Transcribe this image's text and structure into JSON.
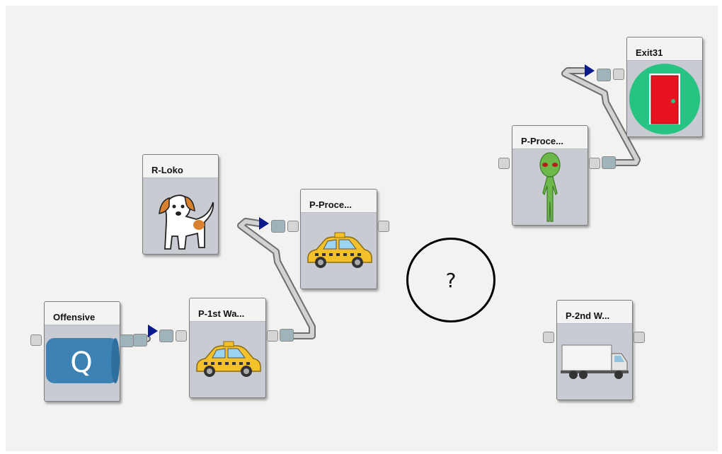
{
  "blocks": {
    "offensive": {
      "label": "Offensive",
      "icon": "queue-icon",
      "icon_text": "Q"
    },
    "p1st": {
      "label": "P-1st Wa...",
      "icon": "taxi-icon"
    },
    "rloko": {
      "label": "R-Loko",
      "icon": "dog-icon"
    },
    "pproc1": {
      "label": "P-Proce...",
      "icon": "taxi-icon"
    },
    "pproc2": {
      "label": "P-Proce...",
      "icon": "alien-icon"
    },
    "exit": {
      "label": "Exit31",
      "icon": "exit-door-icon"
    },
    "p2nd": {
      "label": "P-2nd W...",
      "icon": "truck-icon"
    }
  },
  "unknown_node": {
    "label": "?"
  },
  "colors": {
    "canvas": "#f2f2f1",
    "block_body": "#c8ccd2",
    "arrow": "#0b1a8c",
    "queue": "#3d82b5",
    "exit_circle": "#27c383",
    "door": "#e8131e",
    "taxi": "#f5c12b"
  }
}
